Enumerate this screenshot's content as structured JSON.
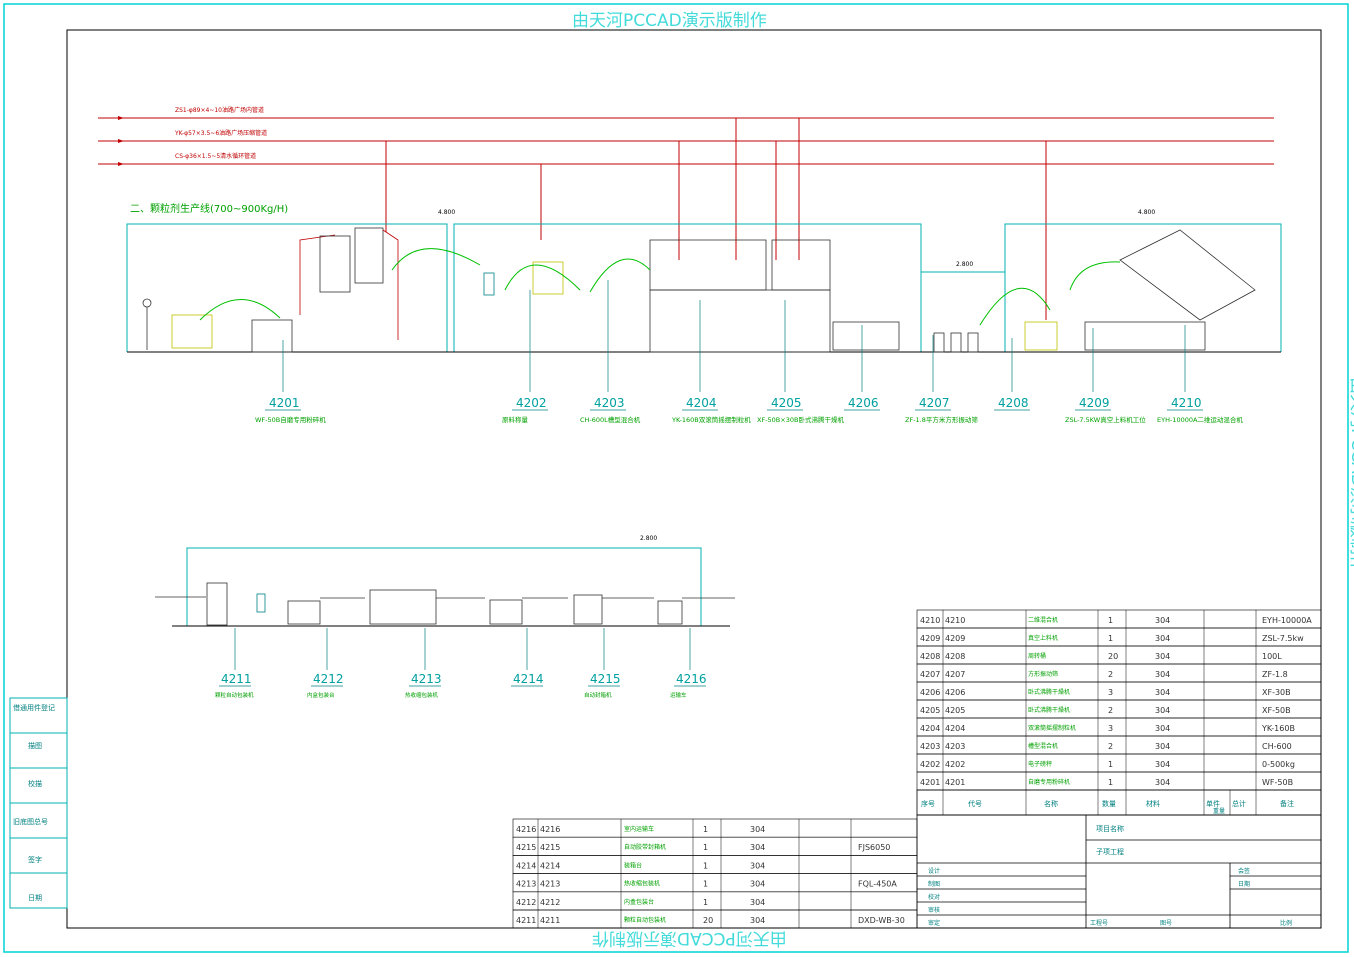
{
  "watermark": "由天河PCCAD演示版制作",
  "section_title": "二、颗粒剂生产线(700~900Kg/H)",
  "pipelines": [
    "ZS1-φ89×4~10油路广场内管道",
    "YK-φ57×3.5~6油路广场压缩管道",
    "CS-φ36×1.5~5清水循环管道"
  ],
  "levels": {
    "upper": "4.800",
    "upper_right": "4.800",
    "platform": "2.800",
    "lower": "2.800"
  },
  "upper_labels": [
    {
      "id": "4201",
      "name": "WF-50B自磨专用粉碎机"
    },
    {
      "id": "4202",
      "name": "原料称量"
    },
    {
      "id": "4203",
      "name": "CH-600L槽型混合机"
    },
    {
      "id": "4204",
      "name": "YK-160B双滚筒摇摆制粒机"
    },
    {
      "id": "4205",
      "name": "XF-50B×30B卧式沸腾干燥机"
    },
    {
      "id": "4206",
      "name": ""
    },
    {
      "id": "4207",
      "name": "ZF-1.8平方米方形振动筛"
    },
    {
      "id": "4208",
      "name": ""
    },
    {
      "id": "4209",
      "name": "ZSL-7.5KW真空上料机工位"
    },
    {
      "id": "4210",
      "name": "EYH-10000A二维运动混合机"
    }
  ],
  "lower_labels": [
    {
      "id": "4211",
      "name": "颗粒自动包装机"
    },
    {
      "id": "4212",
      "name": "内盒包装台"
    },
    {
      "id": "4213",
      "name": "热收缩包装机"
    },
    {
      "id": "4214",
      "name": ""
    },
    {
      "id": "4215",
      "name": "自动封箱机"
    },
    {
      "id": "4216",
      "name": "运输车"
    }
  ],
  "right_table": {
    "header": [
      "序号",
      "代号",
      "名称",
      "数量",
      "材料",
      "单件",
      "总计",
      "备注"
    ],
    "header_sub": "重量",
    "rows": [
      [
        "4210",
        "4210",
        "二维混合机",
        "1",
        "304",
        "EYH-10000A"
      ],
      [
        "4209",
        "4209",
        "真空上料机",
        "1",
        "304",
        "ZSL-7.5kw"
      ],
      [
        "4208",
        "4208",
        "周转桶",
        "20",
        "304",
        "100L"
      ],
      [
        "4207",
        "4207",
        "方形振动筛",
        "2",
        "304",
        "ZF-1.8"
      ],
      [
        "4206",
        "4206",
        "卧式沸腾干燥机",
        "3",
        "304",
        "XF-30B"
      ],
      [
        "4205",
        "4205",
        "卧式沸腾干燥机",
        "2",
        "304",
        "XF-50B"
      ],
      [
        "4204",
        "4204",
        "双滚筒摇摆制粒机",
        "3",
        "304",
        "YK-160B"
      ],
      [
        "4203",
        "4203",
        "槽型混合机",
        "2",
        "304",
        "CH-600"
      ],
      [
        "4202",
        "4202",
        "电子磅秤",
        "1",
        "304",
        "0-500kg"
      ],
      [
        "4201",
        "4201",
        "自磨专用粉碎机",
        "1",
        "304",
        "WF-50B"
      ]
    ]
  },
  "bottom_table": {
    "rows": [
      [
        "4216",
        "4216",
        "室内运输车",
        "1",
        "304",
        ""
      ],
      [
        "4215",
        "4215",
        "自动胶带封箱机",
        "1",
        "304",
        "FJS6050"
      ],
      [
        "4214",
        "4214",
        "装箱台",
        "1",
        "304",
        ""
      ],
      [
        "4213",
        "4213",
        "热收缩包装机",
        "1",
        "304",
        "FQL-450A"
      ],
      [
        "4212",
        "4212",
        "内盒包装台",
        "1",
        "304",
        ""
      ],
      [
        "4211",
        "4211",
        "颗粒自动包装机",
        "20",
        "304",
        "DXD-WB-30"
      ]
    ]
  },
  "title_block": {
    "project_name": "项目名称",
    "sub_project": "子项工程",
    "left_roles": [
      "设计",
      "制图",
      "校对",
      "审核",
      "审定"
    ],
    "right_roles": [
      "会签",
      "日期"
    ],
    "bottom": [
      "工程号",
      "图号",
      "比例"
    ]
  },
  "left_strip": [
    "借通用件登记",
    "描图",
    "校描",
    "旧底图总号",
    "签字",
    "日期"
  ]
}
